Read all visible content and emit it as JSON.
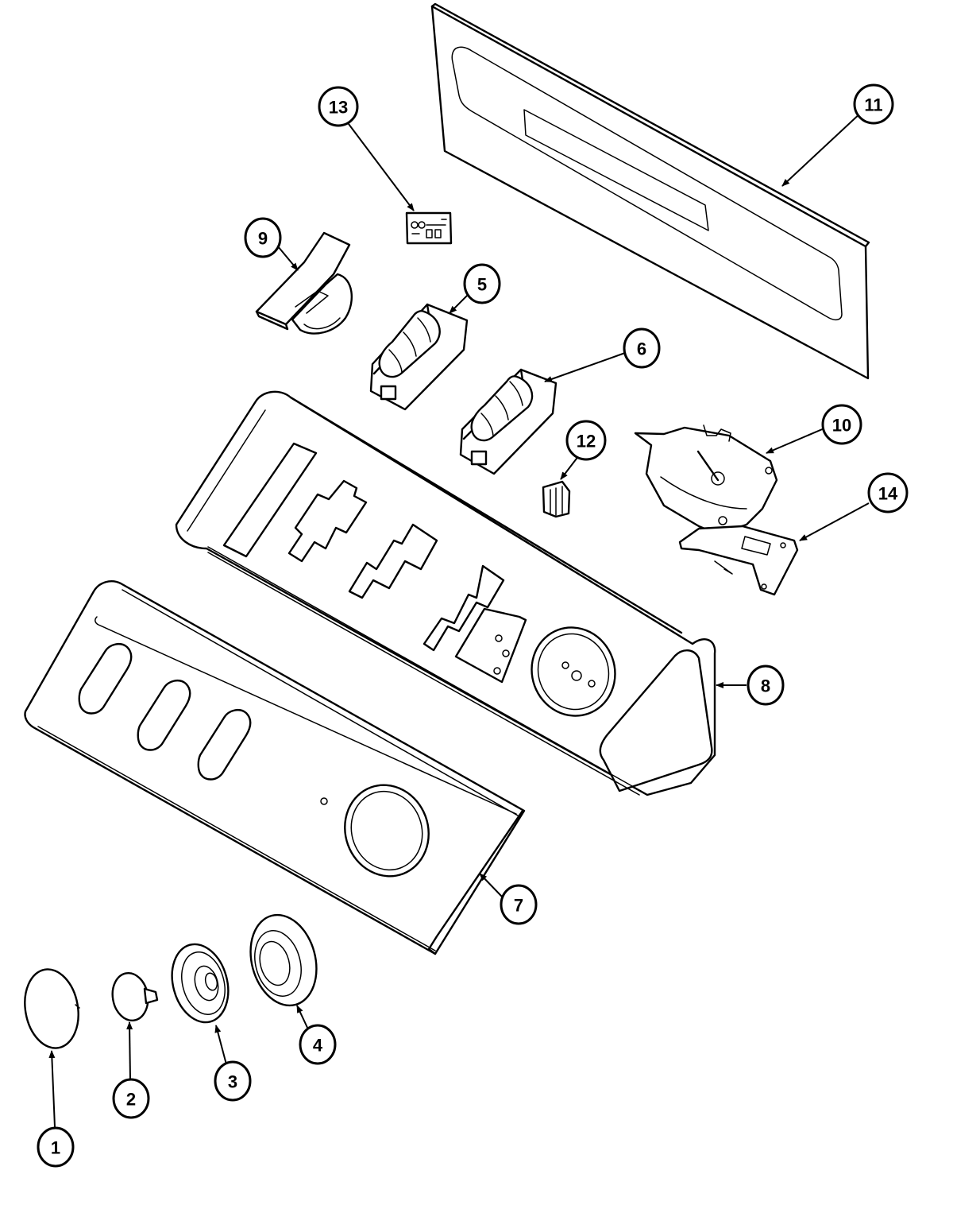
{
  "callouts": [
    {
      "id": "c1",
      "label": "1"
    },
    {
      "id": "c2",
      "label": "2"
    },
    {
      "id": "c3",
      "label": "3"
    },
    {
      "id": "c4",
      "label": "4"
    },
    {
      "id": "c5",
      "label": "5"
    },
    {
      "id": "c6",
      "label": "6"
    },
    {
      "id": "c7",
      "label": "7"
    },
    {
      "id": "c8",
      "label": "8"
    },
    {
      "id": "c9",
      "label": "9"
    },
    {
      "id": "c10",
      "label": "10"
    },
    {
      "id": "c11",
      "label": "11"
    },
    {
      "id": "c12",
      "label": "12"
    },
    {
      "id": "c13",
      "label": "13"
    },
    {
      "id": "c14",
      "label": "14"
    }
  ]
}
